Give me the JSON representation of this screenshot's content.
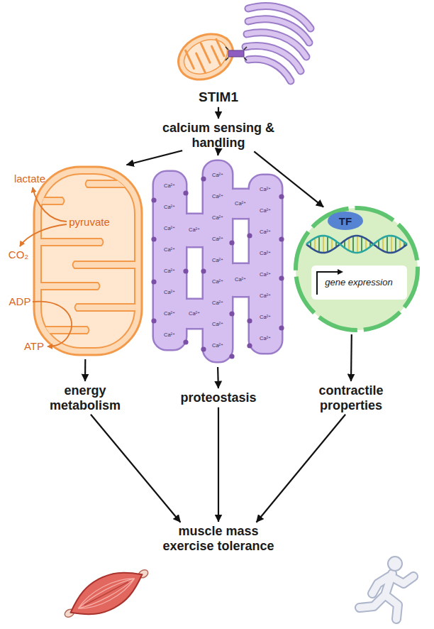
{
  "diagram": {
    "nodes": [
      {
        "text": [
          "STIM1"
        ]
      },
      {
        "text": [
          "calcium sensing & handling"
        ]
      },
      {
        "text": [
          "lactate",
          "pyruvate",
          "CO₂",
          "ADP",
          "ATP"
        ]
      },
      {
        "text": [
          "Ca²⁺",
          "Ca²⁺",
          "Ca²⁺",
          "Ca²⁺",
          "Ca²⁺",
          "Ca²⁺",
          "Ca²⁺",
          "Ca²⁺",
          "Ca²⁺",
          "Ca²⁺",
          "Ca²⁺",
          "Ca²⁺",
          "Ca²⁺",
          "Ca²⁺",
          "Ca²⁺",
          "Ca²⁺",
          "Ca²⁺",
          "Ca²⁺",
          "Ca²⁺",
          "Ca²⁺",
          "Ca²⁺",
          "Ca²⁺",
          "Ca²⁺",
          "Ca²⁺",
          "Ca²⁺",
          "Ca²⁺",
          "Ca²⁺",
          "Ca²⁺",
          "Ca²⁺"
        ]
      },
      {
        "text": [
          "gene expression"
        ]
      },
      {
        "text": [
          "TF"
        ],
        "in": 4
      },
      {
        "text": [
          "energy metabolism"
        ]
      },
      {
        "text": [
          "proteostasis"
        ]
      },
      {
        "text": [
          "contractile properties"
        ]
      },
      {
        "text": [
          "muscle mass exercise tolerance"
        ]
      }
    ],
    "edges": [
      {
        "from": 0,
        "to": 1,
        "arrow": "to"
      },
      {
        "from": 1,
        "to": 2,
        "arrow": "to"
      },
      {
        "from": 1,
        "to": 3,
        "arrow": "to"
      },
      {
        "from": 1,
        "to": 4,
        "arrow": "to"
      },
      {
        "from": 2,
        "to": 6,
        "arrow": "to"
      },
      {
        "from": 3,
        "to": 7,
        "arrow": "to"
      },
      {
        "from": 4,
        "to": 8,
        "arrow": "to"
      },
      {
        "from": 6,
        "to": 9,
        "arrow": "to"
      },
      {
        "from": 7,
        "to": 9,
        "arrow": "to"
      },
      {
        "from": 8,
        "to": 9,
        "arrow": "to"
      }
    ]
  }
}
